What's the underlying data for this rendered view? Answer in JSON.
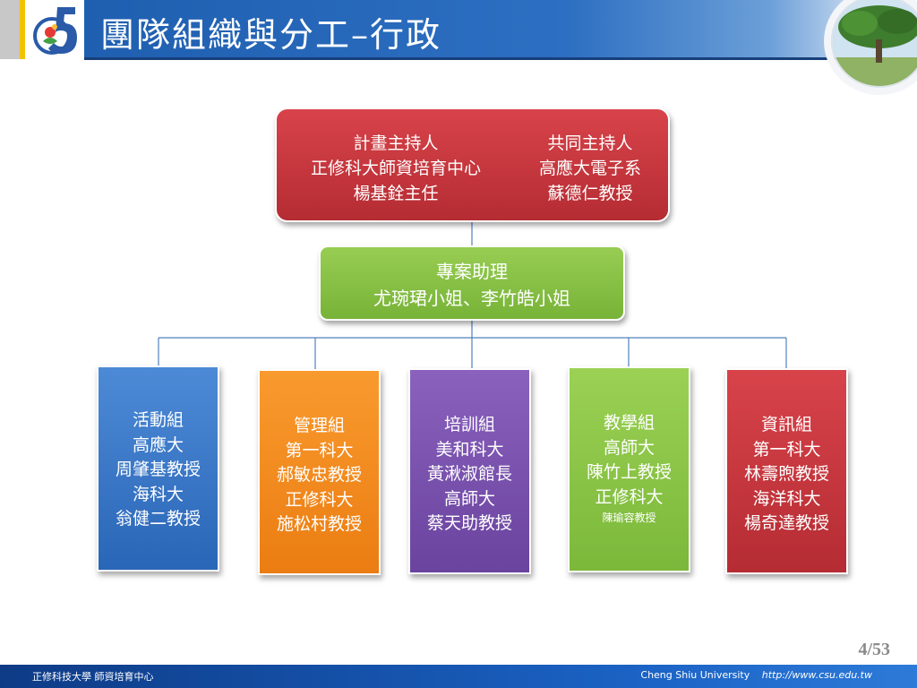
{
  "slide": {
    "title": "團隊組織與分工–行政",
    "page_number": "4/53"
  },
  "lead": {
    "left_lines": [
      "計畫主持人",
      "正修科大師資培育中心",
      "楊基銓主任"
    ],
    "right_lines": [
      "共同主持人",
      "高應大電子系",
      "蘇德仁教授"
    ]
  },
  "assistant": {
    "line1": "專案助理",
    "line2": "尤琬珺小姐、李竹皓小姐"
  },
  "groups": [
    {
      "lines": [
        "活動組",
        "高應大",
        "周肇基教授",
        "海科大",
        "翁健二教授"
      ],
      "color": "#3a78c8"
    },
    {
      "lines": [
        "管理組",
        "第一科大",
        "郝敏忠教授",
        "正修科大",
        "施松村教授"
      ],
      "color": "#f28a1e"
    },
    {
      "lines": [
        "培訓組",
        "美和科大",
        "黃湫淑館長",
        "高師大",
        "蔡天助教授"
      ],
      "color": "#7a52ae"
    },
    {
      "lines": [
        "教學組",
        "高師大",
        "陳竹上教授",
        "正修科大"
      ],
      "small_line": "陳瑜容教授",
      "color": "#8bc445"
    },
    {
      "lines": [
        "資訊組",
        "第一科大",
        "林壽煦教授",
        "海洋科大",
        "楊奇達教授"
      ],
      "color": "#c93a40"
    }
  ],
  "footer": {
    "left": "正修科技大學  師資培育中心",
    "right_name": "Cheng Shiu University",
    "right_url": "http://www.csu.edu.tw"
  }
}
